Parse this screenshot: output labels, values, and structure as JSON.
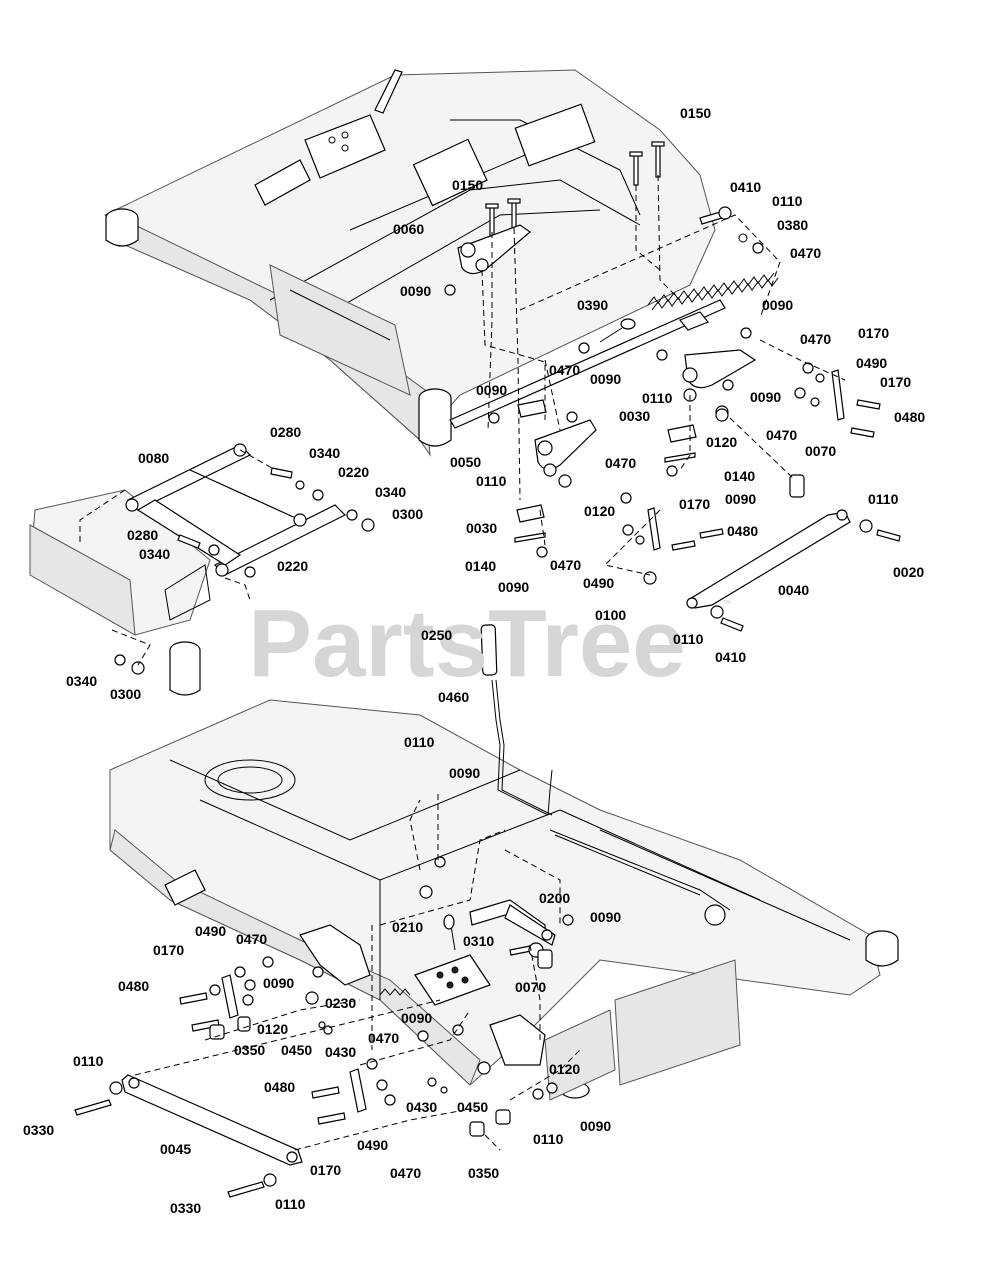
{
  "watermark": {
    "text": "PartsTree",
    "mark": "™"
  },
  "callouts": [
    {
      "id": "c-0150-a",
      "text": "0150"
    },
    {
      "id": "c-0150-b",
      "text": "0150"
    },
    {
      "id": "c-0410-a",
      "text": "0410"
    },
    {
      "id": "c-0110-a",
      "text": "0110"
    },
    {
      "id": "c-0380",
      "text": "0380"
    },
    {
      "id": "c-0470-a",
      "text": "0470"
    },
    {
      "id": "c-0060",
      "text": "0060"
    },
    {
      "id": "c-0090-a",
      "text": "0090"
    },
    {
      "id": "c-0390",
      "text": "0390"
    },
    {
      "id": "c-0090-b",
      "text": "0090"
    },
    {
      "id": "c-0470-b",
      "text": "0470"
    },
    {
      "id": "c-0170-a",
      "text": "0170"
    },
    {
      "id": "c-0490-a",
      "text": "0490"
    },
    {
      "id": "c-0170-b",
      "text": "0170"
    },
    {
      "id": "c-0470-c",
      "text": "0470"
    },
    {
      "id": "c-0090-c",
      "text": "0090"
    },
    {
      "id": "c-0090-d",
      "text": "0090"
    },
    {
      "id": "c-0110-b",
      "text": "0110"
    },
    {
      "id": "c-0090-e",
      "text": "0090"
    },
    {
      "id": "c-0470-d",
      "text": "0470"
    },
    {
      "id": "c-0480-a",
      "text": "0480"
    },
    {
      "id": "c-0030-a",
      "text": "0030"
    },
    {
      "id": "c-0120-a",
      "text": "0120"
    },
    {
      "id": "c-0080",
      "text": "0080"
    },
    {
      "id": "c-0280-a",
      "text": "0280"
    },
    {
      "id": "c-0340-a",
      "text": "0340"
    },
    {
      "id": "c-0220-a",
      "text": "0220"
    },
    {
      "id": "c-0050",
      "text": "0050"
    },
    {
      "id": "c-0110-c",
      "text": "0110"
    },
    {
      "id": "c-0140-a",
      "text": "0140"
    },
    {
      "id": "c-0070-a",
      "text": "0070"
    },
    {
      "id": "c-0470-e",
      "text": "0470"
    },
    {
      "id": "c-0090-f",
      "text": "0090"
    },
    {
      "id": "c-0340-b",
      "text": "0340"
    },
    {
      "id": "c-0300-a",
      "text": "0300"
    },
    {
      "id": "c-0170-c",
      "text": "0170"
    },
    {
      "id": "c-0110-d",
      "text": "0110"
    },
    {
      "id": "c-0120-b",
      "text": "0120"
    },
    {
      "id": "c-0030-b",
      "text": "0030"
    },
    {
      "id": "c-0480-b",
      "text": "0480"
    },
    {
      "id": "c-0280-b",
      "text": "0280"
    },
    {
      "id": "c-0340-c",
      "text": "0340"
    },
    {
      "id": "c-0140-b",
      "text": "0140"
    },
    {
      "id": "c-0470-f",
      "text": "0470"
    },
    {
      "id": "c-0220-b",
      "text": "0220"
    },
    {
      "id": "c-0020",
      "text": "0020"
    },
    {
      "id": "c-0090-g",
      "text": "0090"
    },
    {
      "id": "c-0490-b",
      "text": "0490"
    },
    {
      "id": "c-0040",
      "text": "0040"
    },
    {
      "id": "c-0100",
      "text": "0100"
    },
    {
      "id": "c-0110-e",
      "text": "0110"
    },
    {
      "id": "c-0410-b",
      "text": "0410"
    },
    {
      "id": "c-0250",
      "text": "0250"
    },
    {
      "id": "c-0340-d",
      "text": "0340"
    },
    {
      "id": "c-0300-b",
      "text": "0300"
    },
    {
      "id": "c-0460",
      "text": "0460"
    },
    {
      "id": "c-0110-f",
      "text": "0110"
    },
    {
      "id": "c-0090-h",
      "text": "0090"
    },
    {
      "id": "c-0200",
      "text": "0200"
    },
    {
      "id": "c-0090-i",
      "text": "0090"
    },
    {
      "id": "c-0210",
      "text": "0210"
    },
    {
      "id": "c-0310",
      "text": "0310"
    },
    {
      "id": "c-0170-d",
      "text": "0170"
    },
    {
      "id": "c-0490-c",
      "text": "0490"
    },
    {
      "id": "c-0470-g",
      "text": "0470"
    },
    {
      "id": "c-0090-j",
      "text": "0090"
    },
    {
      "id": "c-0070-b",
      "text": "0070"
    },
    {
      "id": "c-0480-c",
      "text": "0480"
    },
    {
      "id": "c-0230",
      "text": "0230"
    },
    {
      "id": "c-0120-c",
      "text": "0120"
    },
    {
      "id": "c-0090-k",
      "text": "0090"
    },
    {
      "id": "c-0350-a",
      "text": "0350"
    },
    {
      "id": "c-0450-a",
      "text": "0450"
    },
    {
      "id": "c-0430-a",
      "text": "0430"
    },
    {
      "id": "c-0470-h",
      "text": "0470"
    },
    {
      "id": "c-0120-d",
      "text": "0120"
    },
    {
      "id": "c-0110-g",
      "text": "0110"
    },
    {
      "id": "c-0480-d",
      "text": "0480"
    },
    {
      "id": "c-0430-b",
      "text": "0430"
    },
    {
      "id": "c-0450-b",
      "text": "0450"
    },
    {
      "id": "c-0330-a",
      "text": "0330"
    },
    {
      "id": "c-0490-d",
      "text": "0490"
    },
    {
      "id": "c-0110-h",
      "text": "0110"
    },
    {
      "id": "c-0090-l",
      "text": "0090"
    },
    {
      "id": "c-0045",
      "text": "0045"
    },
    {
      "id": "c-0170-e",
      "text": "0170"
    },
    {
      "id": "c-0470-i",
      "text": "0470"
    },
    {
      "id": "c-0350-b",
      "text": "0350"
    },
    {
      "id": "c-0330-b",
      "text": "0330"
    },
    {
      "id": "c-0110-i",
      "text": "0110"
    }
  ]
}
